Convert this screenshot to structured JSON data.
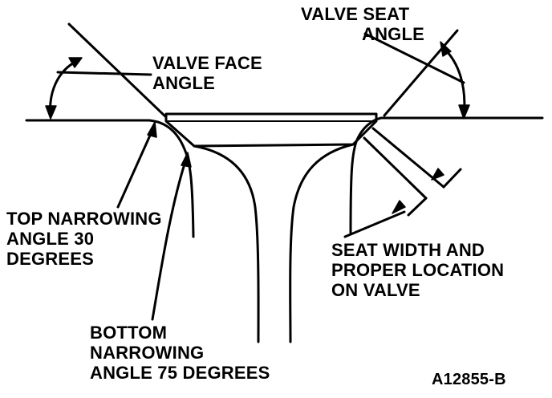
{
  "labels": {
    "valve_face_angle": [
      "VALVE FACE",
      "ANGLE"
    ],
    "valve_seat_angle": [
      "VALVE SEAT",
      "ANGLE"
    ],
    "top_narrowing": [
      "TOP NARROWING",
      "ANGLE 30",
      "DEGREES"
    ],
    "seat_width": [
      "SEAT WIDTH AND",
      "PROPER LOCATION",
      "ON VALVE"
    ],
    "bottom_narrowing": [
      "BOTTOM",
      "NARROWING",
      "ANGLE 75 DEGREES"
    ],
    "figure_id": "A12855-B"
  },
  "colors": {
    "ink": "#000000",
    "paper": "#ffffff"
  }
}
